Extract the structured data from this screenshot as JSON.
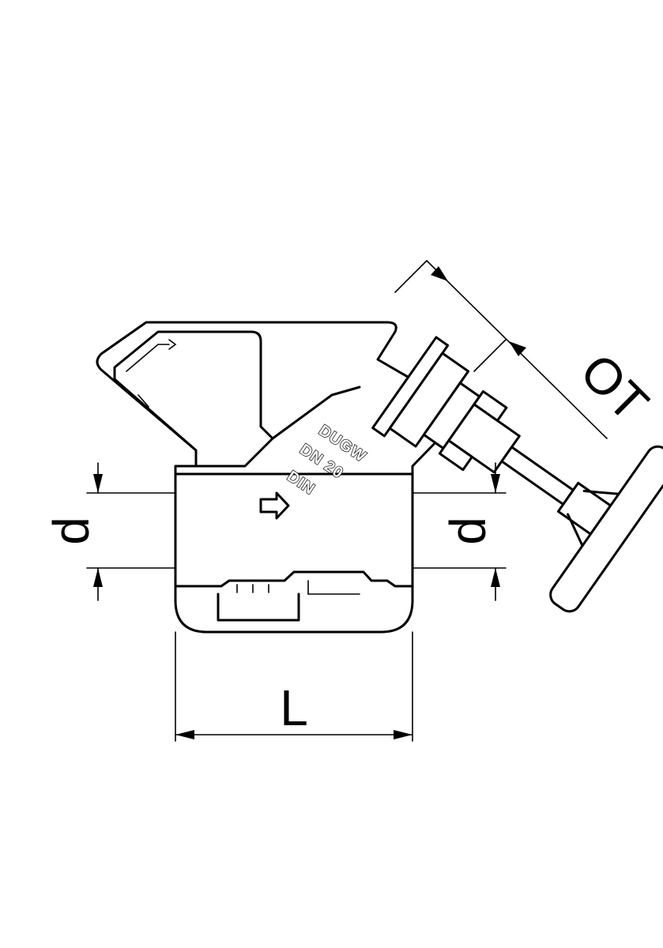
{
  "markings": {
    "brand": "DUGW",
    "size": "DN 20",
    "standard": "DIN"
  },
  "dimensions": {
    "pipe_diameter_left": "d",
    "pipe_diameter_right": "d",
    "length": "L",
    "overall_top": "OT"
  },
  "colors": {
    "line": "#000000",
    "background": "#ffffff"
  },
  "icons": {
    "flow_direction": "arrow-right-icon"
  }
}
